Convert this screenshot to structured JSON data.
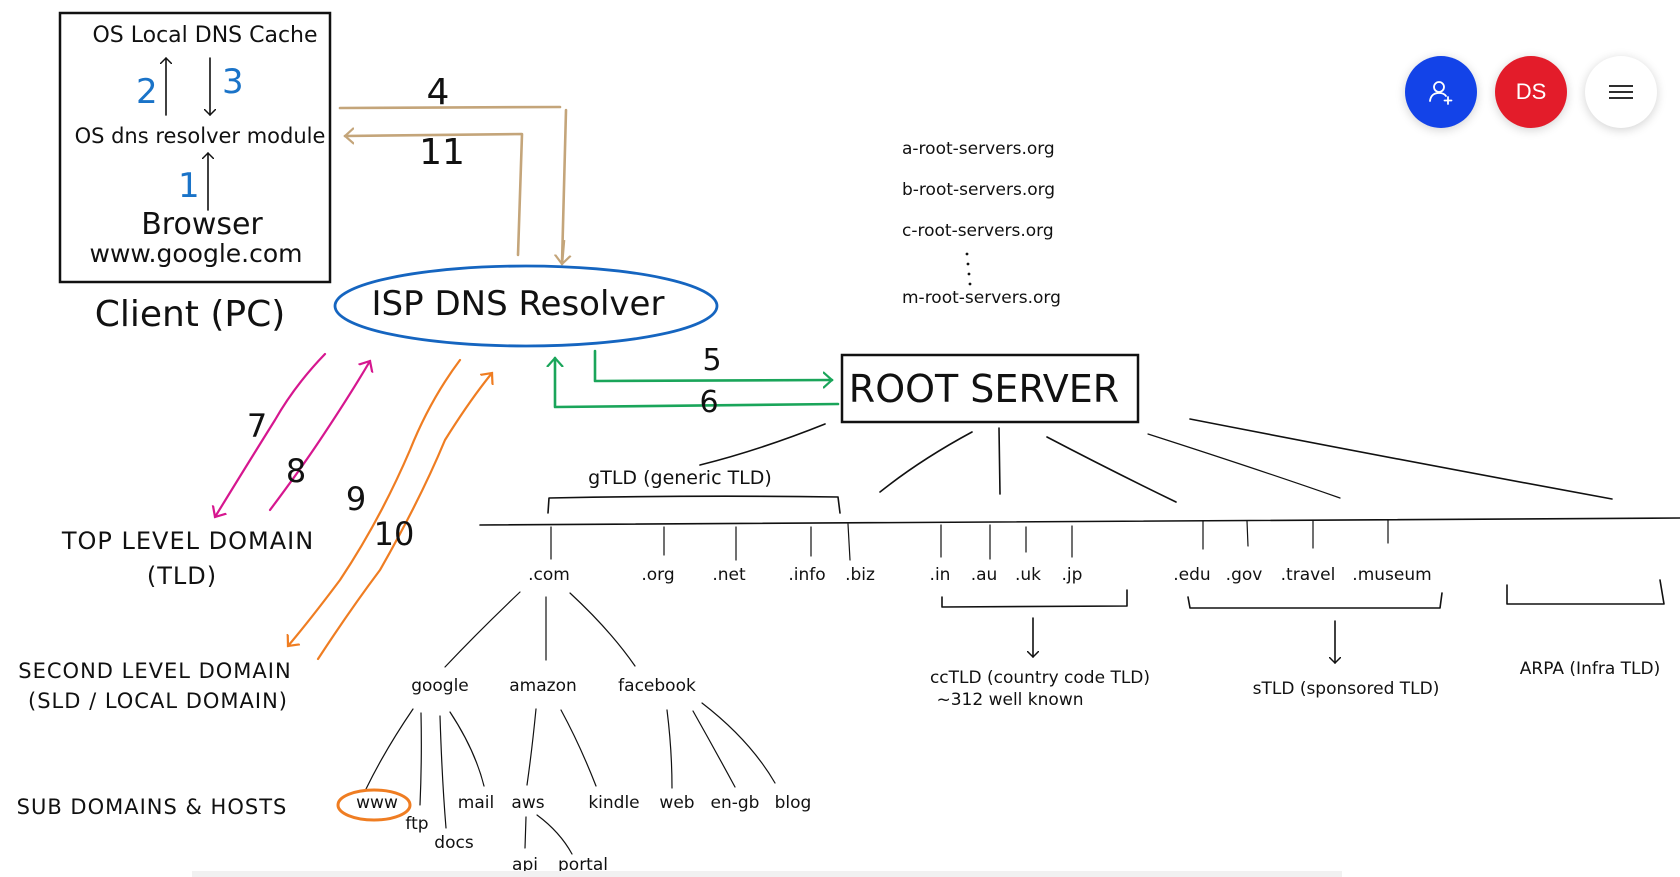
{
  "colors": {
    "ink": "#111111",
    "step_blue": "#1a73c8",
    "resolver_ellipse": "#1565c0",
    "tan_arrows": "#c4a57a",
    "green_arrows": "#1aa55a",
    "magenta_arrows": "#d6178f",
    "orange_arrows": "#ef7d22",
    "invite_button": "#1343e8",
    "avatar_button": "#e31c2a"
  },
  "toolbar": {
    "invite_icon": "user-plus-icon",
    "avatar_initials": "DS",
    "menu_icon": "hamburger-menu-icon"
  },
  "client": {
    "cache_label": "OS Local DNS Cache",
    "resolver_module_label": "OS dns resolver module",
    "browser_label": "Browser",
    "url": "www.google.com",
    "caption": "Client (PC)",
    "steps": {
      "s1": "1",
      "s2": "2",
      "s3": "3"
    }
  },
  "isp": {
    "label": "ISP DNS Resolver"
  },
  "steps": {
    "s4": "4",
    "s5": "5",
    "s6": "6",
    "s7": "7",
    "s8": "8",
    "s9": "9",
    "s10": "10",
    "s11": "11"
  },
  "root": {
    "label": "ROOT SERVER",
    "servers": [
      "a-root-servers.org",
      "b-root-servers.org",
      "c-root-servers.org",
      "m-root-servers.org"
    ]
  },
  "levels": {
    "tld": [
      "TOP LEVEL DOMAIN",
      "(TLD)"
    ],
    "sld": [
      "SECOND LEVEL DOMAIN",
      "(SLD / LOCAL DOMAIN)"
    ],
    "sub": "SUB DOMAINS & HOSTS"
  },
  "tld_groups": {
    "gtld": {
      "label": "gTLD (generic TLD)",
      "items": [
        ".com",
        ".org",
        ".net",
        ".info",
        ".biz"
      ]
    },
    "cctld": {
      "label": "ccTLD (country code TLD)",
      "note": "~312 well known",
      "items": [
        ".in",
        ".au",
        ".uk",
        ".jp"
      ]
    },
    "stld": {
      "label": "sTLD (sponsored TLD)",
      "items": [
        ".edu",
        ".gov",
        ".travel",
        ".museum"
      ]
    },
    "arpa": {
      "label": "ARPA (Infra TLD)"
    }
  },
  "sld": [
    "google",
    "amazon",
    "facebook"
  ],
  "hosts": {
    "google": [
      "www",
      "ftp",
      "docs",
      "mail"
    ],
    "amazon": [
      "aws",
      "kindle"
    ],
    "aws": [
      "api",
      "portal"
    ],
    "facebook": [
      "web",
      "en-gb",
      "blog"
    ]
  }
}
